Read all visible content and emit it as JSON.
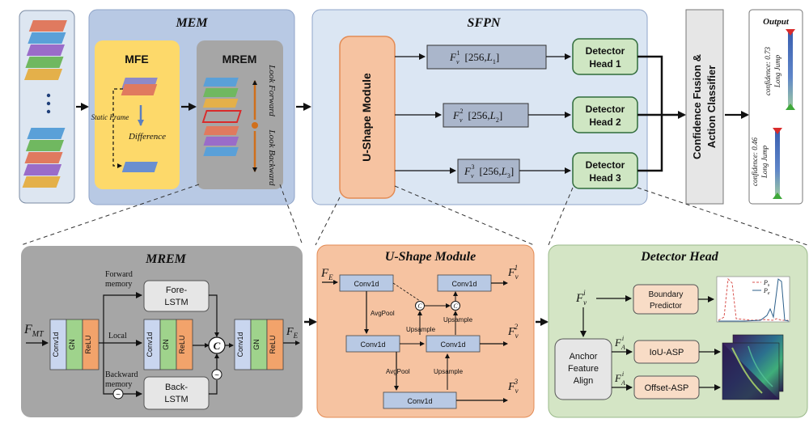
{
  "mem": {
    "title": "MEM",
    "mfe_title": "MFE",
    "mrem_title": "MREM",
    "static_frame": "Static Frame",
    "difference": "Difference",
    "look_forward": "Look Forward",
    "look_backward": "Look Backward"
  },
  "sfpn": {
    "title": "SFPN",
    "ushape_label": "U-Shape Module",
    "features": [
      {
        "sup": "1",
        "dims": "[256,",
        "L": "L",
        "sub": "1",
        "close": "]"
      },
      {
        "sup": "2",
        "dims": "[256,",
        "L": "L",
        "sub": "2",
        "close": "]"
      },
      {
        "sup": "3",
        "dims": "[256,",
        "L": "L",
        "sub": "3",
        "close": "]"
      }
    ],
    "feature_symbol": "F",
    "feature_sub": "v",
    "detector_heads": [
      {
        "line1": "Detector",
        "line2": "Head 1"
      },
      {
        "line1": "Detector",
        "line2": "Head 2"
      },
      {
        "line1": "Detector",
        "line2": "Head 3"
      }
    ]
  },
  "fusion": {
    "line1": "Confidence Fusion &",
    "line2": "Action Classifier"
  },
  "output": {
    "title": "Output",
    "bars": [
      {
        "confidence": "confidence: 0.73",
        "label": "Long Jump"
      },
      {
        "confidence": "confidence: 0.46",
        "label": "Long Jump"
      }
    ]
  },
  "mrem_detail": {
    "title": "MREM",
    "input_main": "F",
    "input_sub": "MT",
    "output_main": "F",
    "output_sub": "E",
    "forward_memory": [
      "Forward",
      "memory"
    ],
    "local": "Local",
    "backward_memory": [
      "Backward",
      "memory"
    ],
    "fore_lstm": [
      "Fore-",
      "LSTM"
    ],
    "back_lstm": [
      "Back-",
      "LSTM"
    ],
    "conv": "Conv1d",
    "gn": "GN",
    "relu": "ReLU",
    "concat": "C",
    "reverse": "~"
  },
  "ushape_detail": {
    "title": "U-Shape Module",
    "input_main": "F",
    "input_sub": "E",
    "conv": "Conv1d",
    "avgpool": "AvgPool",
    "upsample": "Upsample",
    "concat": "C",
    "outputs": [
      {
        "main": "F",
        "sub": "v",
        "sup": "1"
      },
      {
        "main": "F",
        "sub": "v",
        "sup": "2"
      },
      {
        "main": "F",
        "sub": "v",
        "sup": "3"
      }
    ]
  },
  "detector_detail": {
    "title": "Detector Head",
    "input_main": "F",
    "input_sub": "v",
    "input_sup": "i",
    "boundary": [
      "Boundary",
      "Predictor"
    ],
    "anchor": [
      "Anchor",
      "Feature",
      "Align"
    ],
    "iou": "IoU-ASP",
    "offset": "Offset-ASP",
    "fa_main": "F",
    "fa_sub": "A",
    "fa_sup": "i",
    "legend": [
      {
        "main": "P",
        "sub": "s",
        "color": "#d9534f"
      },
      {
        "main": "P",
        "sub": "e",
        "color": "#2c5f8a"
      }
    ]
  },
  "colors": {
    "mem_bg": "#b8c9e4",
    "mfe_bg": "#fdd96a",
    "mrem_bg": "#a6a6a6",
    "sfpn_bg": "#dbe6f3",
    "ushape_bg": "#f6c3a1",
    "detector_bg": "#d4e5c5",
    "head_fill": "#cfe6c3",
    "feature_fill": "#aab6cb",
    "fusion_bg": "#e6e6e6",
    "conv_blue": "#c9d6ef",
    "gn_green": "#9fd38c",
    "relu_orange": "#f2a36b"
  }
}
